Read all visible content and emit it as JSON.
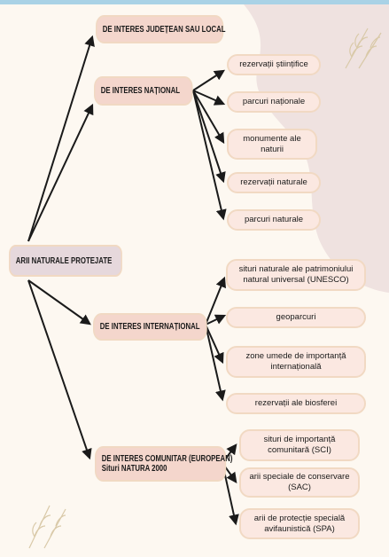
{
  "root": "ARII NATURALE PROTEJATE",
  "categories": [
    "DE INTERES JUDEȚEAN SAU LOCAL",
    "DE INTERES NAȚIONAL",
    "DE INTERES INTERNAȚIONAL",
    "DE INTERES COMUNITAR (EUROPEAN)",
    "Situri NATURA 2000"
  ],
  "national": [
    "rezervații științifice",
    "parcuri naționale",
    "monumente ale naturii",
    "rezervații naturale",
    "parcuri naturale"
  ],
  "international": [
    "situri naturale ale patrimoniului natural universal (UNESCO)",
    "geoparcuri",
    "zone umede de importanță internațională",
    "rezervații ale biosferei"
  ],
  "community": [
    "situri de importanță comunitară (SCI)",
    "arii speciale de conservare (SAC)",
    "arii de protecție specială avifaunistică (SPA)"
  ],
  "colors": {
    "node_fill": "#f4d6cc",
    "leaf_fill": "#fbe8e1",
    "border": "#f1d9c3",
    "blob": "#efe2e0",
    "top_bar": "#a9d2e6",
    "arrow": "#1a1a1a"
  },
  "icons": [
    "wheat-sprig-icon-top",
    "wheat-sprig-icon-bottom"
  ]
}
